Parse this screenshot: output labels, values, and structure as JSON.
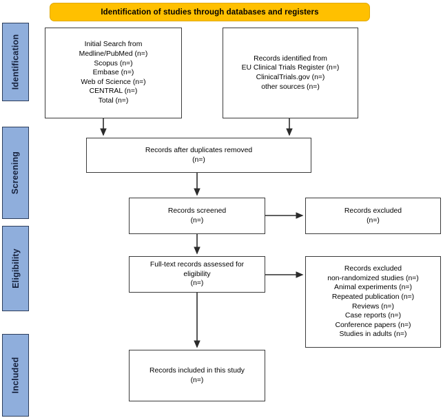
{
  "banner": {
    "title": "Identification of studies through databases and registers"
  },
  "stages": [
    {
      "label": "Identification"
    },
    {
      "label": "Screening"
    },
    {
      "label": "Eligibility"
    },
    {
      "label": "Included"
    }
  ],
  "nodes": {
    "databases": {
      "text": "Initial Search from\nMedline/PubMed (n=)\nScopus (n=)\nEmbase (n=)\nWeb of Science (n=)\nCENTRAL (n=)\nTotal (n=)"
    },
    "registers": {
      "text": "Records identified from\nEU Clinical Trials Register (n=)\nClinicalTrials.gov (n=)\nother sources (n=)"
    },
    "duplicates_removed": {
      "text": "Records after duplicates removed\n(n=)"
    },
    "records_screened": {
      "text": "Records screened\n(n=)"
    },
    "records_excluded": {
      "text": "Records excluded\n(n=)"
    },
    "fulltext_assessed": {
      "text": "Full-text records assessed for\neligibility\n(n=)"
    },
    "fulltext_excluded": {
      "text": "Records excluded\nnon-randomized studies (n=)\nAnimal experiments (n=)\nRepeated publication (n=)\nReviews (n=)\nCase reports (n=)\nConference papers (n=)\nStudies in adults (n=)"
    },
    "records_included": {
      "text": "Records included in this study\n(n=)"
    }
  },
  "colors": {
    "banner_fill": "#FFC000",
    "stage_fill": "#8FAEDC",
    "stage_border": "#2A3C5A",
    "node_border": "#3a3a3a",
    "connector": "#2b2b2b"
  }
}
